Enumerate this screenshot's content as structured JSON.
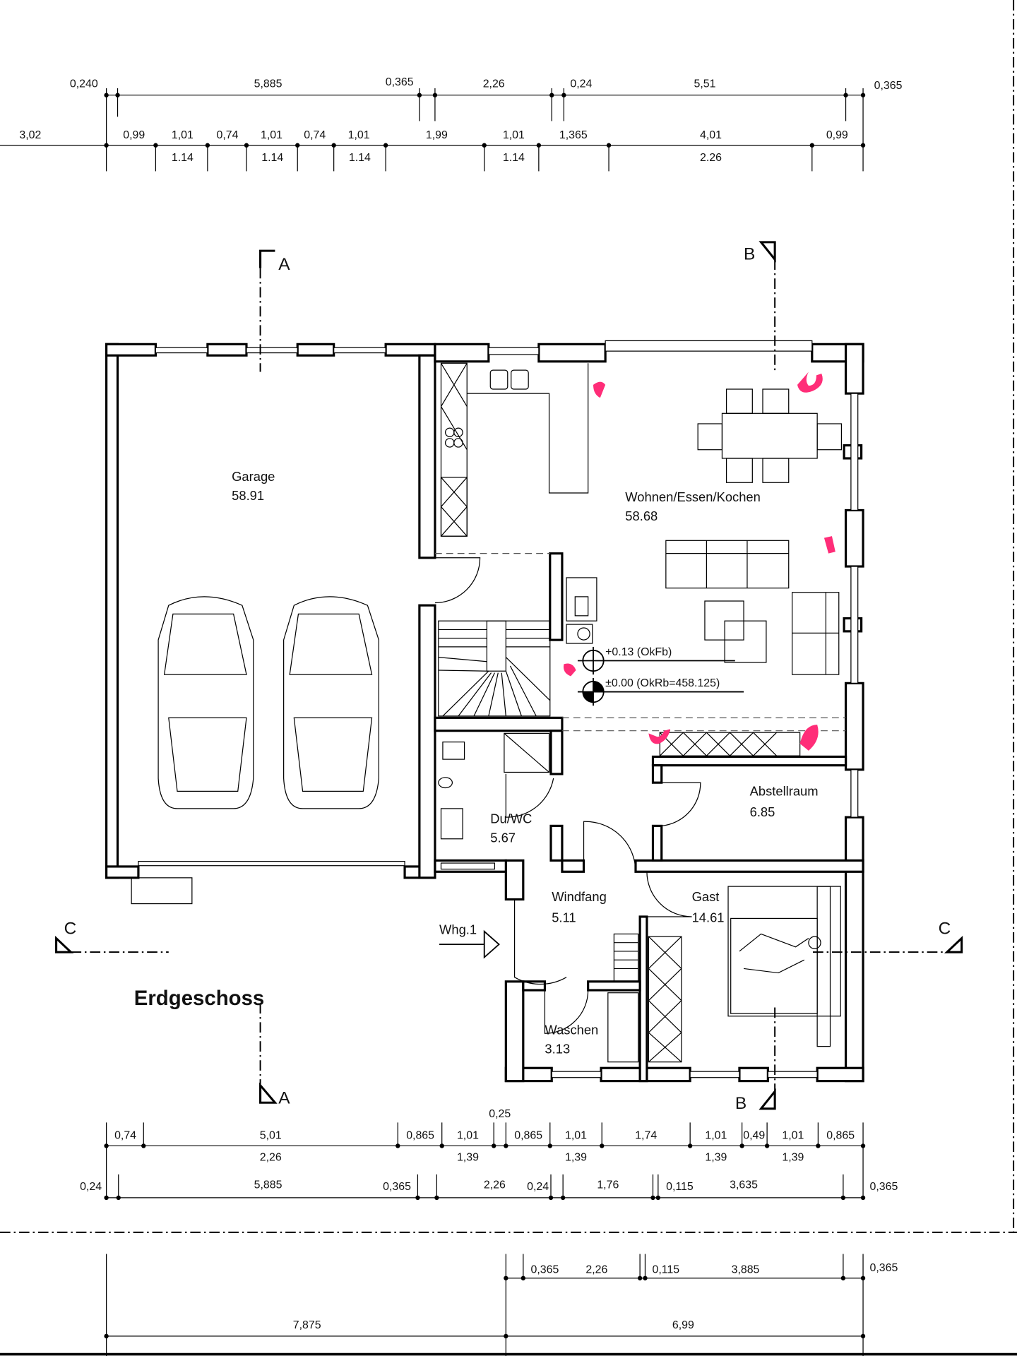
{
  "plan": {
    "title": "Erdgeschoss",
    "entrance_label": "Whg.1",
    "accent_color": "#ff2d78",
    "rooms": [
      {
        "name": "Garage",
        "area": "58.91"
      },
      {
        "name": "Wohnen/Essen/Kochen",
        "area": "58.68"
      },
      {
        "name": "Abstellraum",
        "area": "6.85"
      },
      {
        "name": "Du/WC",
        "area": "5.67"
      },
      {
        "name": "Windfang",
        "area": "5.11"
      },
      {
        "name": "Gast",
        "area": "14.61"
      },
      {
        "name": "Waschen",
        "area": "3.13"
      }
    ],
    "levels": [
      "+0.13 (OkFb)",
      "±0.00 (OkRb=458.125)"
    ],
    "sections": {
      "a": "A",
      "b": "B",
      "c": "C"
    }
  },
  "dims": {
    "top1": [
      "0,240",
      "5,885",
      "0,365",
      "2,26",
      "0,24",
      "5,51",
      "0,365"
    ],
    "top2": [
      "3,02",
      "0,99",
      "1,01",
      "0,74",
      "1,01",
      "0,74",
      "1,01",
      "1,99",
      "1,01",
      "1,365",
      "4,01",
      "0,99"
    ],
    "top2_sub": [
      "1.14",
      "1.14",
      "1.14",
      "1.14",
      "2.26"
    ],
    "bot1": [
      "0,74",
      "5,01",
      "0,865",
      "1,01",
      "0,25",
      "0,865",
      "1,01",
      "1,74",
      "1,01",
      "0,49",
      "1,01",
      "0,865"
    ],
    "bot1_sub": [
      "2,26",
      "1,39",
      "1,39",
      "1,39",
      "1,39"
    ],
    "bot2": [
      "0,24",
      "5,885",
      "0,365",
      "2,26",
      "0,24",
      "1,76",
      "0,115",
      "3,635",
      "0,365"
    ],
    "bot3": [
      "0,365",
      "2,26",
      "0,115",
      "3,885",
      "0,365"
    ],
    "bot4": [
      "7,875",
      "6,99"
    ]
  }
}
